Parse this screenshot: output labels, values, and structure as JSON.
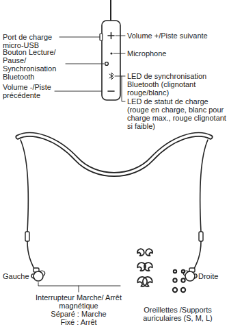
{
  "diagram": {
    "labels": [
      "Port de charge micro-USB",
      "Bouton Lecture/ Pause/ Synchronisation Bluetooth",
      "Volume -/Piste précédente",
      "Volume +/Piste suivante",
      "Microphone",
      "LED de synchronisation Bluetooth (clignotant rouge/blanc)",
      "LED de statut de charge (rouge en charge, blanc pour charge max., rouge clignotant si faible)",
      "Gauche",
      "Droite",
      "Interrupteur Marche/ Arrêt magnétique",
      "Séparé : Marche",
      "Fixé : Arrêt",
      "Oreillettes /Supports auriculaires (S, M, L)"
    ]
  }
}
